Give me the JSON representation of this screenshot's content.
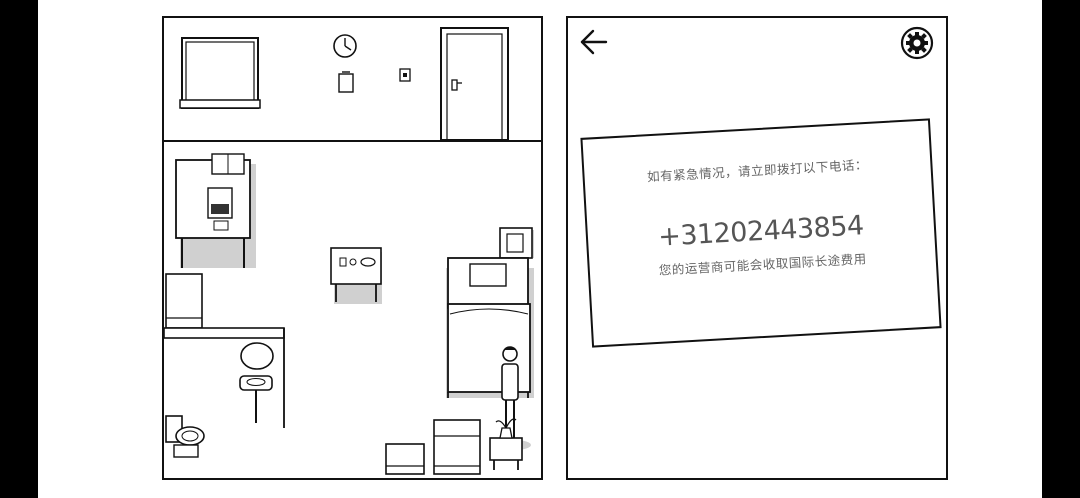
{
  "note": {
    "instruction": "如有紧急情况，请立即拨打以下电话：",
    "phone": "+31202443854",
    "fee_notice": "您的运营商可能会收取国际长途费用"
  },
  "icons": {
    "back": "arrow-left-icon",
    "settings": "gear-icon"
  },
  "colors": {
    "ink": "#111111",
    "shadow": "#c8c8c8",
    "paper": "#ffffff"
  }
}
